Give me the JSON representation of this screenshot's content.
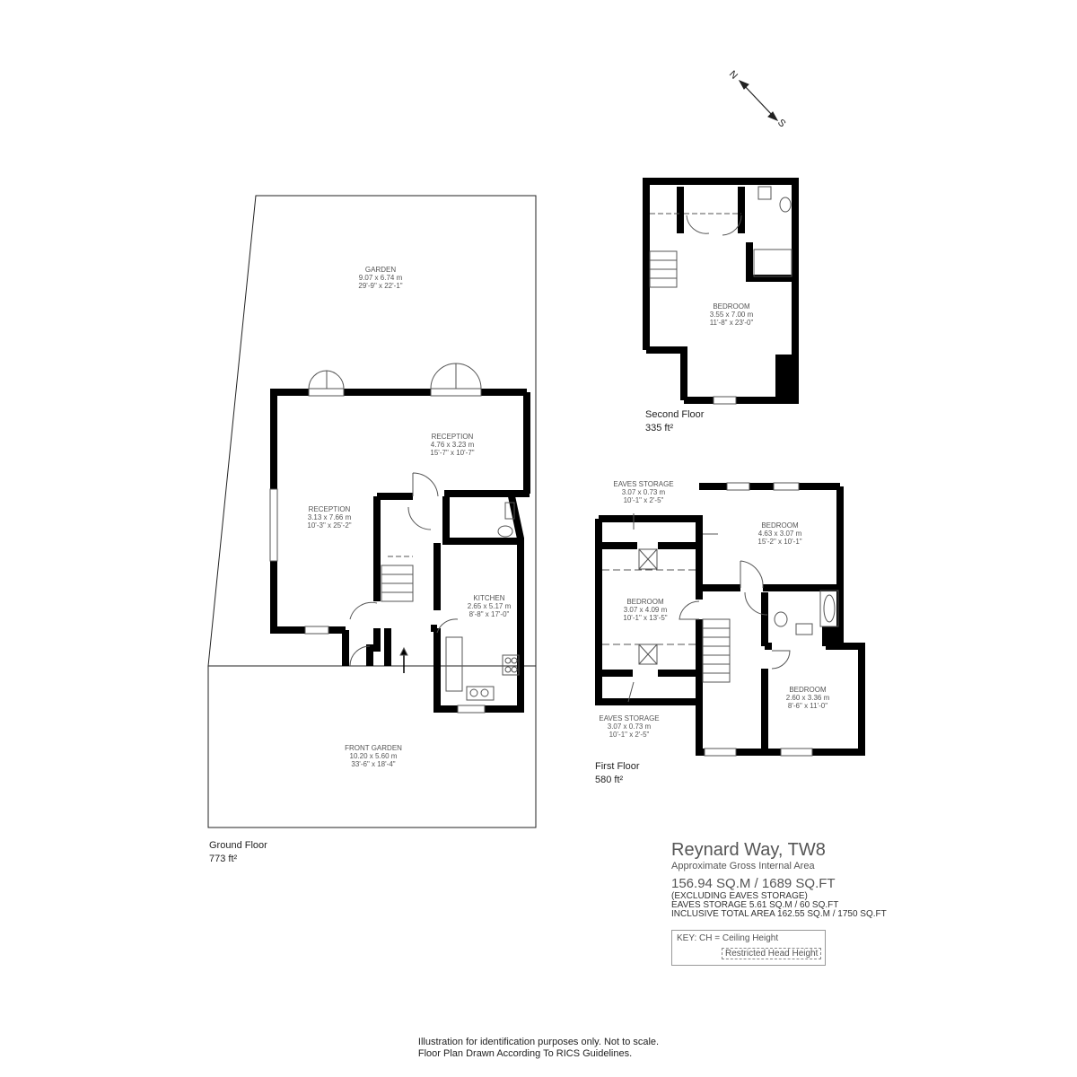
{
  "compass": {
    "north": "N",
    "south": "S"
  },
  "ground_floor": {
    "label": "Ground Floor",
    "area": "773 ft²",
    "rooms": [
      {
        "name": "GARDEN",
        "metric": "9.07 x  6.74 m",
        "imperial": "29'-9\" x  22'-1\""
      },
      {
        "name": "RECEPTION",
        "metric": "4.76 x 3.23 m",
        "imperial": "15'-7\" x 10'-7\""
      },
      {
        "name": "RECEPTION",
        "metric": "3.13 x 7.66 m",
        "imperial": "10'-3\" x 25'-2\""
      },
      {
        "name": "KITCHEN",
        "metric": "2.65 x 5.17 m",
        "imperial": "8'-8\" x 17'-0\""
      },
      {
        "name": "FRONT GARDEN",
        "metric": "10.20 x  5.60 m",
        "imperial": "33'-6\" x  18'-4\""
      }
    ]
  },
  "second_floor": {
    "label": "Second Floor",
    "area": "335 ft²",
    "rooms": [
      {
        "name": "BEDROOM",
        "metric": "3.55 x 7.00 m",
        "imperial": "11'-8\" x 23'-0\""
      }
    ]
  },
  "first_floor": {
    "label": "First Floor",
    "area": "580 ft²",
    "rooms": [
      {
        "name": "EAVES STORAGE",
        "metric": "3.07 x 0.73 m",
        "imperial": "10'-1\" x 2'-5\""
      },
      {
        "name": "BEDROOM",
        "metric": "4.63 x 3.07 m",
        "imperial": "15'-2\" x 10'-1\""
      },
      {
        "name": "BEDROOM",
        "metric": "3.07 x 4.09 m",
        "imperial": "10'-1\" x 13'-5\""
      },
      {
        "name": "BEDROOM",
        "metric": "2.60 x 3.36 m",
        "imperial": "8'-6\" x 11'-0\""
      },
      {
        "name": "EAVES STORAGE",
        "metric": "3.07 x 0.73 m",
        "imperial": "10'-1\" x 2'-5\""
      }
    ]
  },
  "info": {
    "title": "Reynard Way, TW8",
    "subtitle": "Approximate Gross Internal Area",
    "area": "156.94 SQ.M / 1689 SQ.FT",
    "excluding": "(EXCLUDING EAVES STORAGE)",
    "eaves": "EAVES STORAGE  5.61 SQ.M / 60 SQ.FT",
    "inclusive": "INCLUSIVE TOTAL AREA 162.55 SQ.M / 1750 SQ.FT",
    "key_line": "KEY: CH = Ceiling Height",
    "key_restricted": "Restricted Head Height"
  },
  "footer": {
    "line1": "Illustration for identification purposes only. Not to scale.",
    "line2": "Floor Plan Drawn According To RICS Guidelines."
  }
}
